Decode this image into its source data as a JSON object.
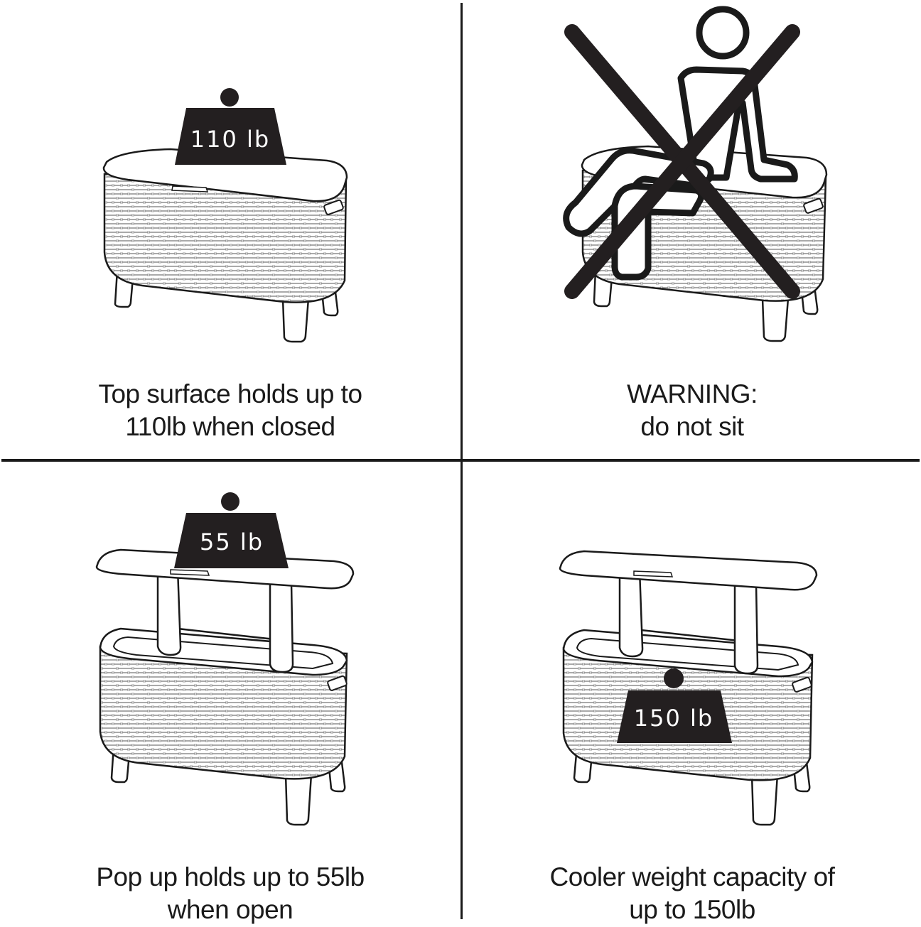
{
  "panels": [
    {
      "id": "top-surface-closed",
      "weight_label": "110 lb",
      "caption_lines": [
        "Top surface holds up to",
        "110lb when closed"
      ]
    },
    {
      "id": "warning-do-not-sit",
      "weight_label": "",
      "caption_lines": [
        "WARNING:",
        "do not sit"
      ]
    },
    {
      "id": "pop-up-open",
      "weight_label": "55 lb",
      "caption_lines": [
        "Pop up holds up to 55lb",
        "when open"
      ]
    },
    {
      "id": "cooler-capacity",
      "weight_label": "150 lb",
      "caption_lines": [
        "Cooler weight capacity of",
        "up to 150lb"
      ]
    }
  ],
  "colors": {
    "ink": "#1a1a1a",
    "weight_fill": "#231f20",
    "background": "#ffffff"
  }
}
